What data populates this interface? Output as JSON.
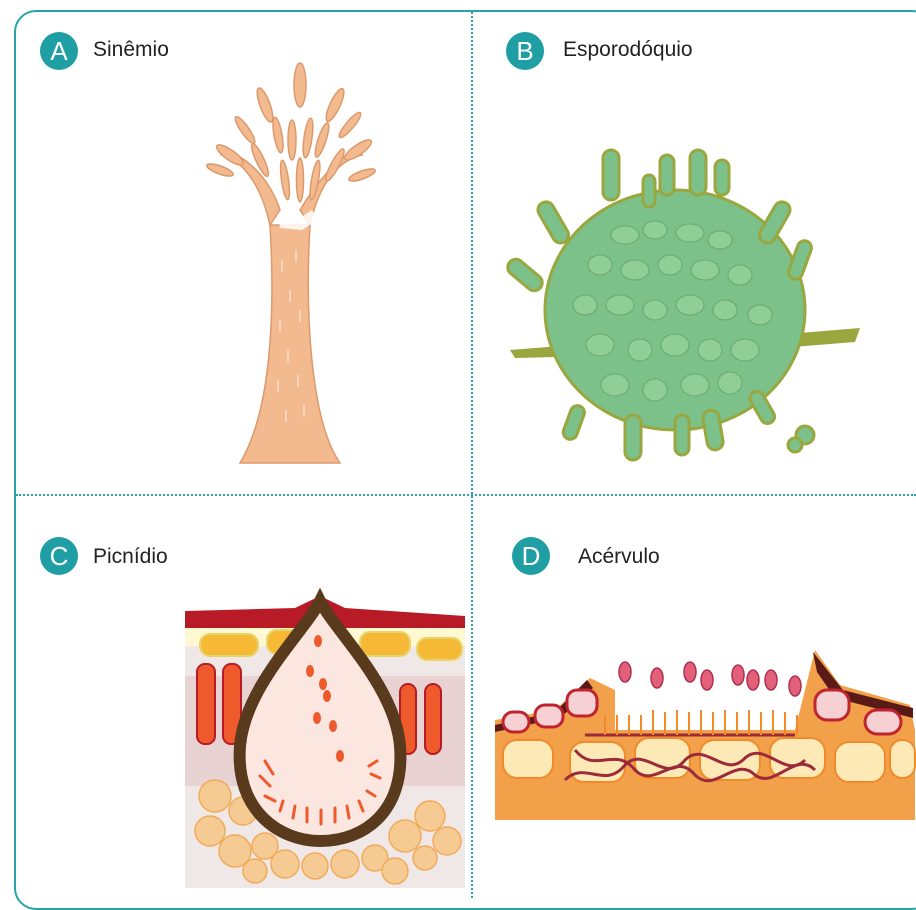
{
  "panels": [
    {
      "letter": "A",
      "title": "Sinêmio"
    },
    {
      "letter": "B",
      "title": "Esporodóquio"
    },
    {
      "letter": "C",
      "title": "Picnídio"
    },
    {
      "letter": "D",
      "title": "Acérvulo"
    }
  ],
  "colors": {
    "border": "#2aa3a8",
    "badge": "#1f9ea4",
    "synnema": "#f3b98f",
    "sporodochium": "#7cc08a",
    "sporodochium_outline": "#8fa33a",
    "pycnidium_wall": "#5a3a1c",
    "acervulus_conidia": "#e2607a"
  }
}
